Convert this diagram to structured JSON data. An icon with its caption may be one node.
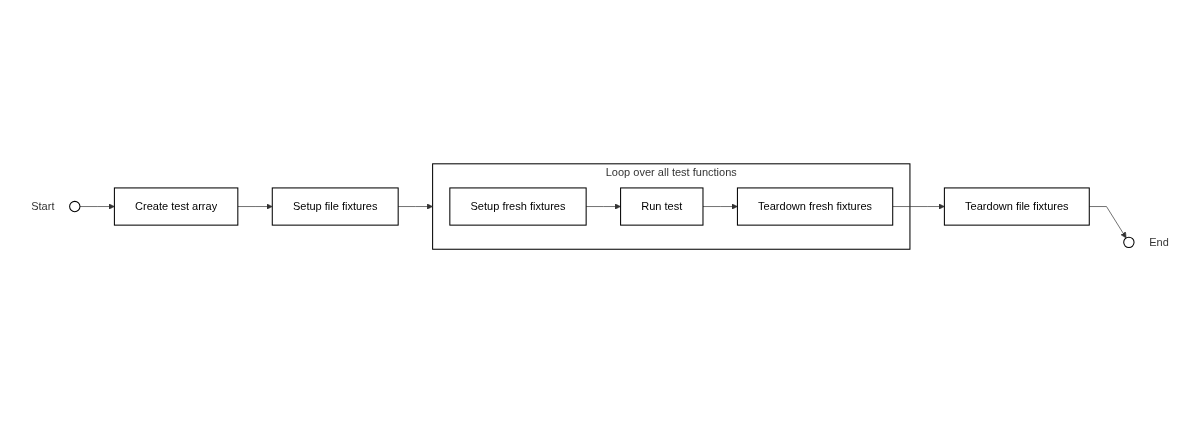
{
  "diagram": {
    "nodes": [
      {
        "text": [],
        "shape": "circle",
        "beside": [
          "Start"
        ]
      },
      {
        "text": [
          "Create test array"
        ]
      },
      {
        "text": [
          "Setup file fixtures"
        ]
      },
      {
        "text": [
          "Loop over all test functions"
        ]
      },
      {
        "text": [
          "Setup fresh fixtures"
        ],
        "in": 3
      },
      {
        "text": [
          "Run test"
        ],
        "in": 3
      },
      {
        "text": [
          "Teardown fresh fixtures"
        ],
        "in": 3
      },
      {
        "text": [
          "Teardown file fixtures"
        ]
      },
      {
        "text": [],
        "shape": "circle",
        "beside": [
          "End"
        ]
      }
    ],
    "edges": [
      {
        "from": 0,
        "to": 1,
        "arrow": "to"
      },
      {
        "from": 1,
        "to": 2,
        "arrow": "to"
      },
      {
        "from": 2,
        "to": 3,
        "arrow": "to"
      },
      {
        "from": 4,
        "to": 5,
        "arrow": "to"
      },
      {
        "from": 5,
        "to": 6,
        "arrow": "to"
      },
      {
        "from": 6,
        "to": 7,
        "arrow": "to"
      },
      {
        "from": 7,
        "to": 8,
        "arrow": "to"
      }
    ]
  }
}
